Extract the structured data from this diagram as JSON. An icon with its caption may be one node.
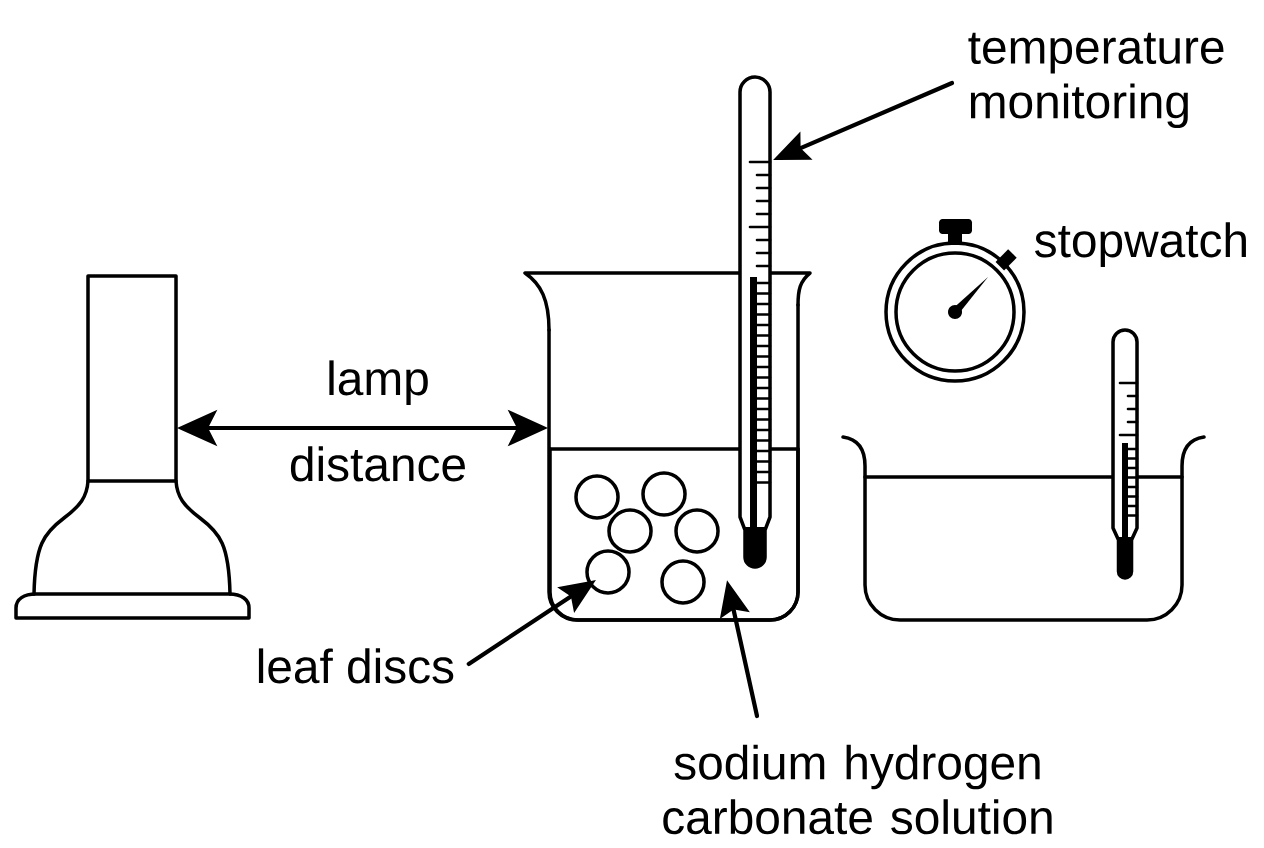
{
  "diagram": {
    "nodes": [
      {
        "text": [
          "temperature monitoring"
        ]
      },
      {
        "text": [],
        "shape": "picture"
      },
      {
        "text": [],
        "shape": "box"
      },
      {
        "text": [],
        "shape": "circle",
        "in": 2
      },
      {
        "text": [],
        "shape": "circle",
        "in": 2
      },
      {
        "text": [],
        "shape": "circle",
        "in": 2
      },
      {
        "text": [],
        "shape": "circle",
        "in": 2
      },
      {
        "text": [],
        "shape": "circle",
        "in": 2
      },
      {
        "text": [],
        "shape": "circle",
        "in": 2
      },
      {
        "text": [
          "leaf discs"
        ]
      },
      {
        "text": [
          "sodium hydrogen carbonate solution"
        ]
      }
    ],
    "edges": [
      {
        "from": 0,
        "to": 1,
        "arrow": "to"
      },
      {
        "from": 9,
        "to": 7,
        "arrow": "to"
      },
      {
        "from": 10,
        "to": 2,
        "arrow": "to"
      }
    ],
    "labels": [
      "stopwatch",
      "lamp",
      "distance"
    ]
  }
}
